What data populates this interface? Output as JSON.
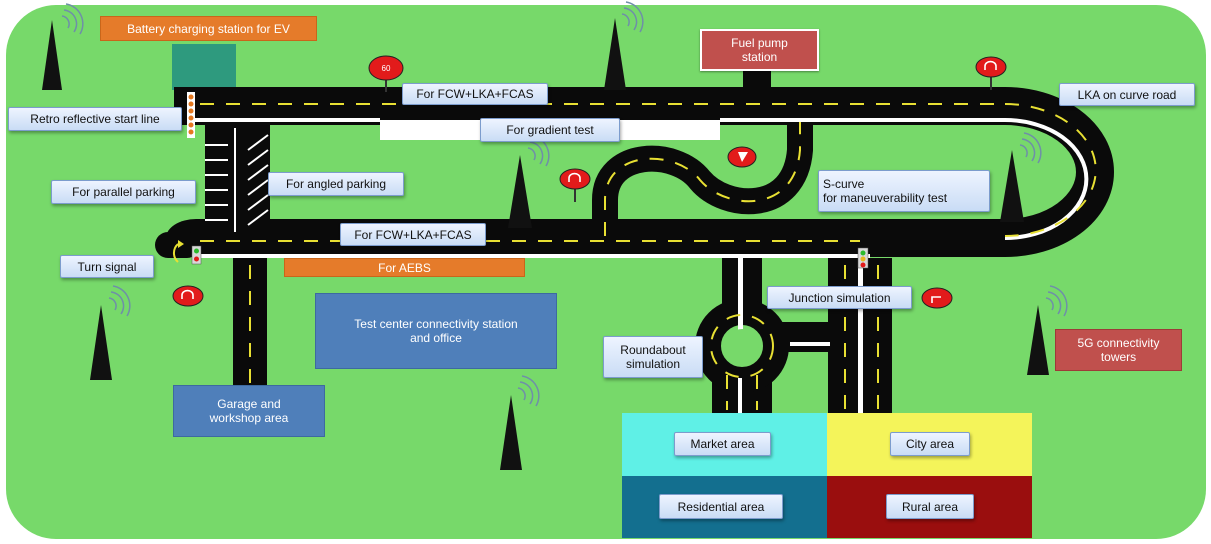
{
  "labels": {
    "battery_station": "Battery charging station for EV",
    "fuel_pump": "Fuel pump\nstation",
    "fcw_top": "For FCW+LKA+FCAS",
    "fcw_mid": "For FCW+LKA+FCAS",
    "retro_start": "Retro reflective start line",
    "gradient_test": "For gradient test",
    "lka_curve": "LKA on curve road",
    "parallel_parking": "For parallel parking",
    "angled_parking": "For angled parking",
    "s_curve": "S-curve\nfor maneuverability test",
    "turn_signal": "Turn signal",
    "aebs": "For AEBS",
    "junction": "Junction simulation",
    "connectivity_station": "Test center connectivity station\nand office",
    "roundabout": "Roundabout\nsimulation",
    "towers_5g": "5G connectivity\ntowers",
    "garage": "Garage and\nworkshop area",
    "market": "Market area",
    "city": "City area",
    "residential": "Residential area",
    "rural": "Rural area",
    "speed_sign": "60"
  },
  "colors": {
    "grass": "#77d96a",
    "road": "#0a0a0a",
    "lane_dash": "#e8e033",
    "market_zone": "#5ff0e6",
    "city_zone": "#f4f45a",
    "residential_zone": "#136f8f",
    "rural_zone": "#9a0e0e",
    "sign_red": "#e21b1b",
    "battery_pad": "#2e9a7e"
  },
  "icons": [
    "tower-icon",
    "signal-waves-icon",
    "speed-limit-sign-icon",
    "u-turn-sign-icon",
    "traffic-light-icon",
    "turn-arrow-icon"
  ]
}
